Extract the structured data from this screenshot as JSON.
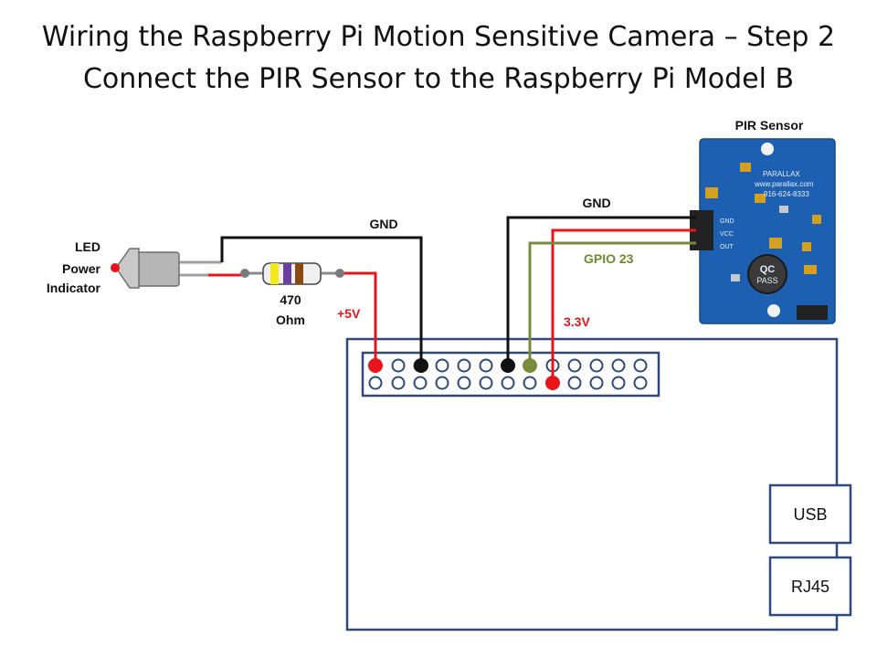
{
  "title": {
    "line1": "Wiring the Raspberry Pi Motion Sensitive Camera – Step 2",
    "line2": "Connect the PIR Sensor to the Raspberry Pi Model B"
  },
  "labels": {
    "pir_sensor": "PIR Sensor",
    "led_line1": "LED",
    "led_line2": "Power",
    "led_line3": "Indicator",
    "resistor_value": "470",
    "resistor_unit": "Ohm",
    "gnd_left": "GND",
    "gnd_right": "GND",
    "plus5v": "+5V",
    "gpio23": "GPIO 23",
    "v33": "3.3V",
    "usb": "USB",
    "rj45": "RJ45"
  },
  "pcb": {
    "brand": "PARALLAX",
    "url": "www.parallax.com",
    "phone": "916-624-8333",
    "pin_gnd": "GND",
    "pin_vcc": "VCC",
    "pin_out": "OUT",
    "stamp_line1": "QC",
    "stamp_line2": "PASS"
  },
  "colors": {
    "power_wire": "#e8141c",
    "ground_wire": "#111111",
    "signal_wire": "#7a8c3c",
    "led_lead": "#a0a0a0",
    "board_outline": "#2f4a7a",
    "pcb_blue": "#1d5fb0",
    "resistor_band_1": "#f4ea1a",
    "resistor_band_2": "#6b3fa0",
    "resistor_band_3": "#8b4a12"
  }
}
